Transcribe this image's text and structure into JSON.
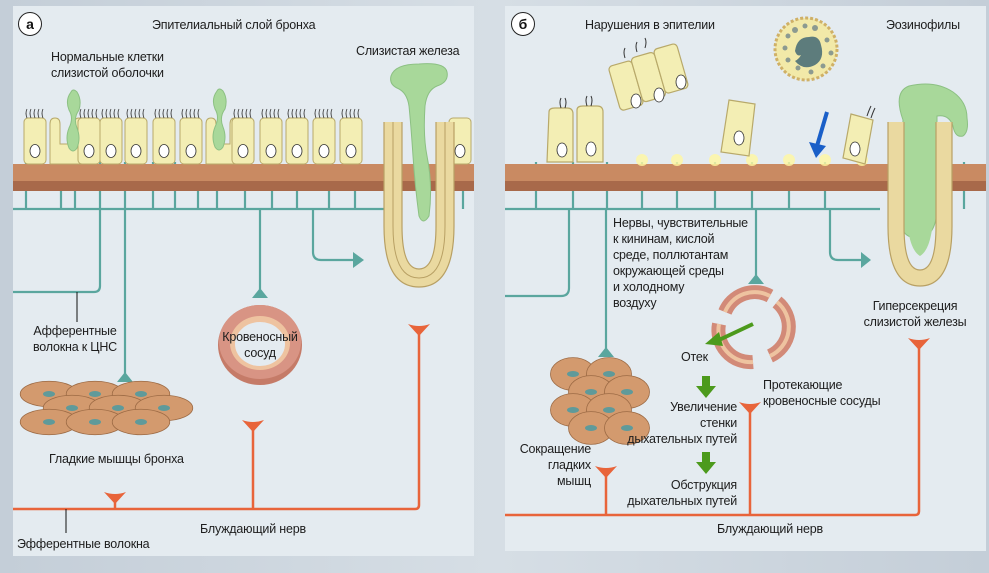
{
  "figure": {
    "panels": [
      {
        "id": "a",
        "badge": "а",
        "title": "Эпителиальный слой бронха",
        "labels": {
          "normal_cells": [
            "Нормальные клетки",
            "слизистой оболочки"
          ],
          "mucous_gland": "Слизистая железа",
          "afferent": [
            "Афферентные",
            "волокна к ЦНС"
          ],
          "blood_vessel": [
            "Кровеносный",
            "сосуд"
          ],
          "smooth_muscle": "Гладкие мышцы бронха",
          "vagus": "Блуждающий нерв",
          "efferent": "Эфферентные волокна"
        }
      },
      {
        "id": "b",
        "badge": "б",
        "title": "Нарушения в эпителии",
        "labels": {
          "eosinophils": "Эозинофилы",
          "nerves": [
            "Нервы, чувствительные",
            "к кининам, кислой",
            "среде, поллютантам",
            "окружающей среды",
            "и холодному",
            "воздуху"
          ],
          "hypersecretion": [
            "Гиперсекреция",
            "слизистой железы"
          ],
          "edema": "Отек",
          "leaky_vessels": [
            "Протекающие",
            "кровеносные сосуды"
          ],
          "wall_thickening": [
            "Увеличение",
            "стенки",
            "дыхательных путей"
          ],
          "smooth_contraction": [
            "Сокращение",
            "гладких",
            "мышц"
          ],
          "obstruction": [
            "Обструкция",
            "дыхательных путей"
          ],
          "vagus": "Блуждающий нерв"
        }
      }
    ],
    "colors": {
      "panel_bg": "#e4ebf0",
      "cell": "#f3eeb4",
      "cell_outline": "#b8a96a",
      "basement": "#c98a62",
      "basement_dark": "#a8694a",
      "afferent_nerve": "#5aa69e",
      "efferent_nerve": "#e8643a",
      "mucus": "#a8d89a",
      "vessel": "#d28a78",
      "vessel_inner": "#eec3a0",
      "muscle": "#d39a6e",
      "muscle_nucleus": "#5f9a9a",
      "eosinophil_nucleus": "#5d7c7c",
      "arrow_blue": "#1a5fc8",
      "arrow_green": "#4c9a1c"
    }
  }
}
